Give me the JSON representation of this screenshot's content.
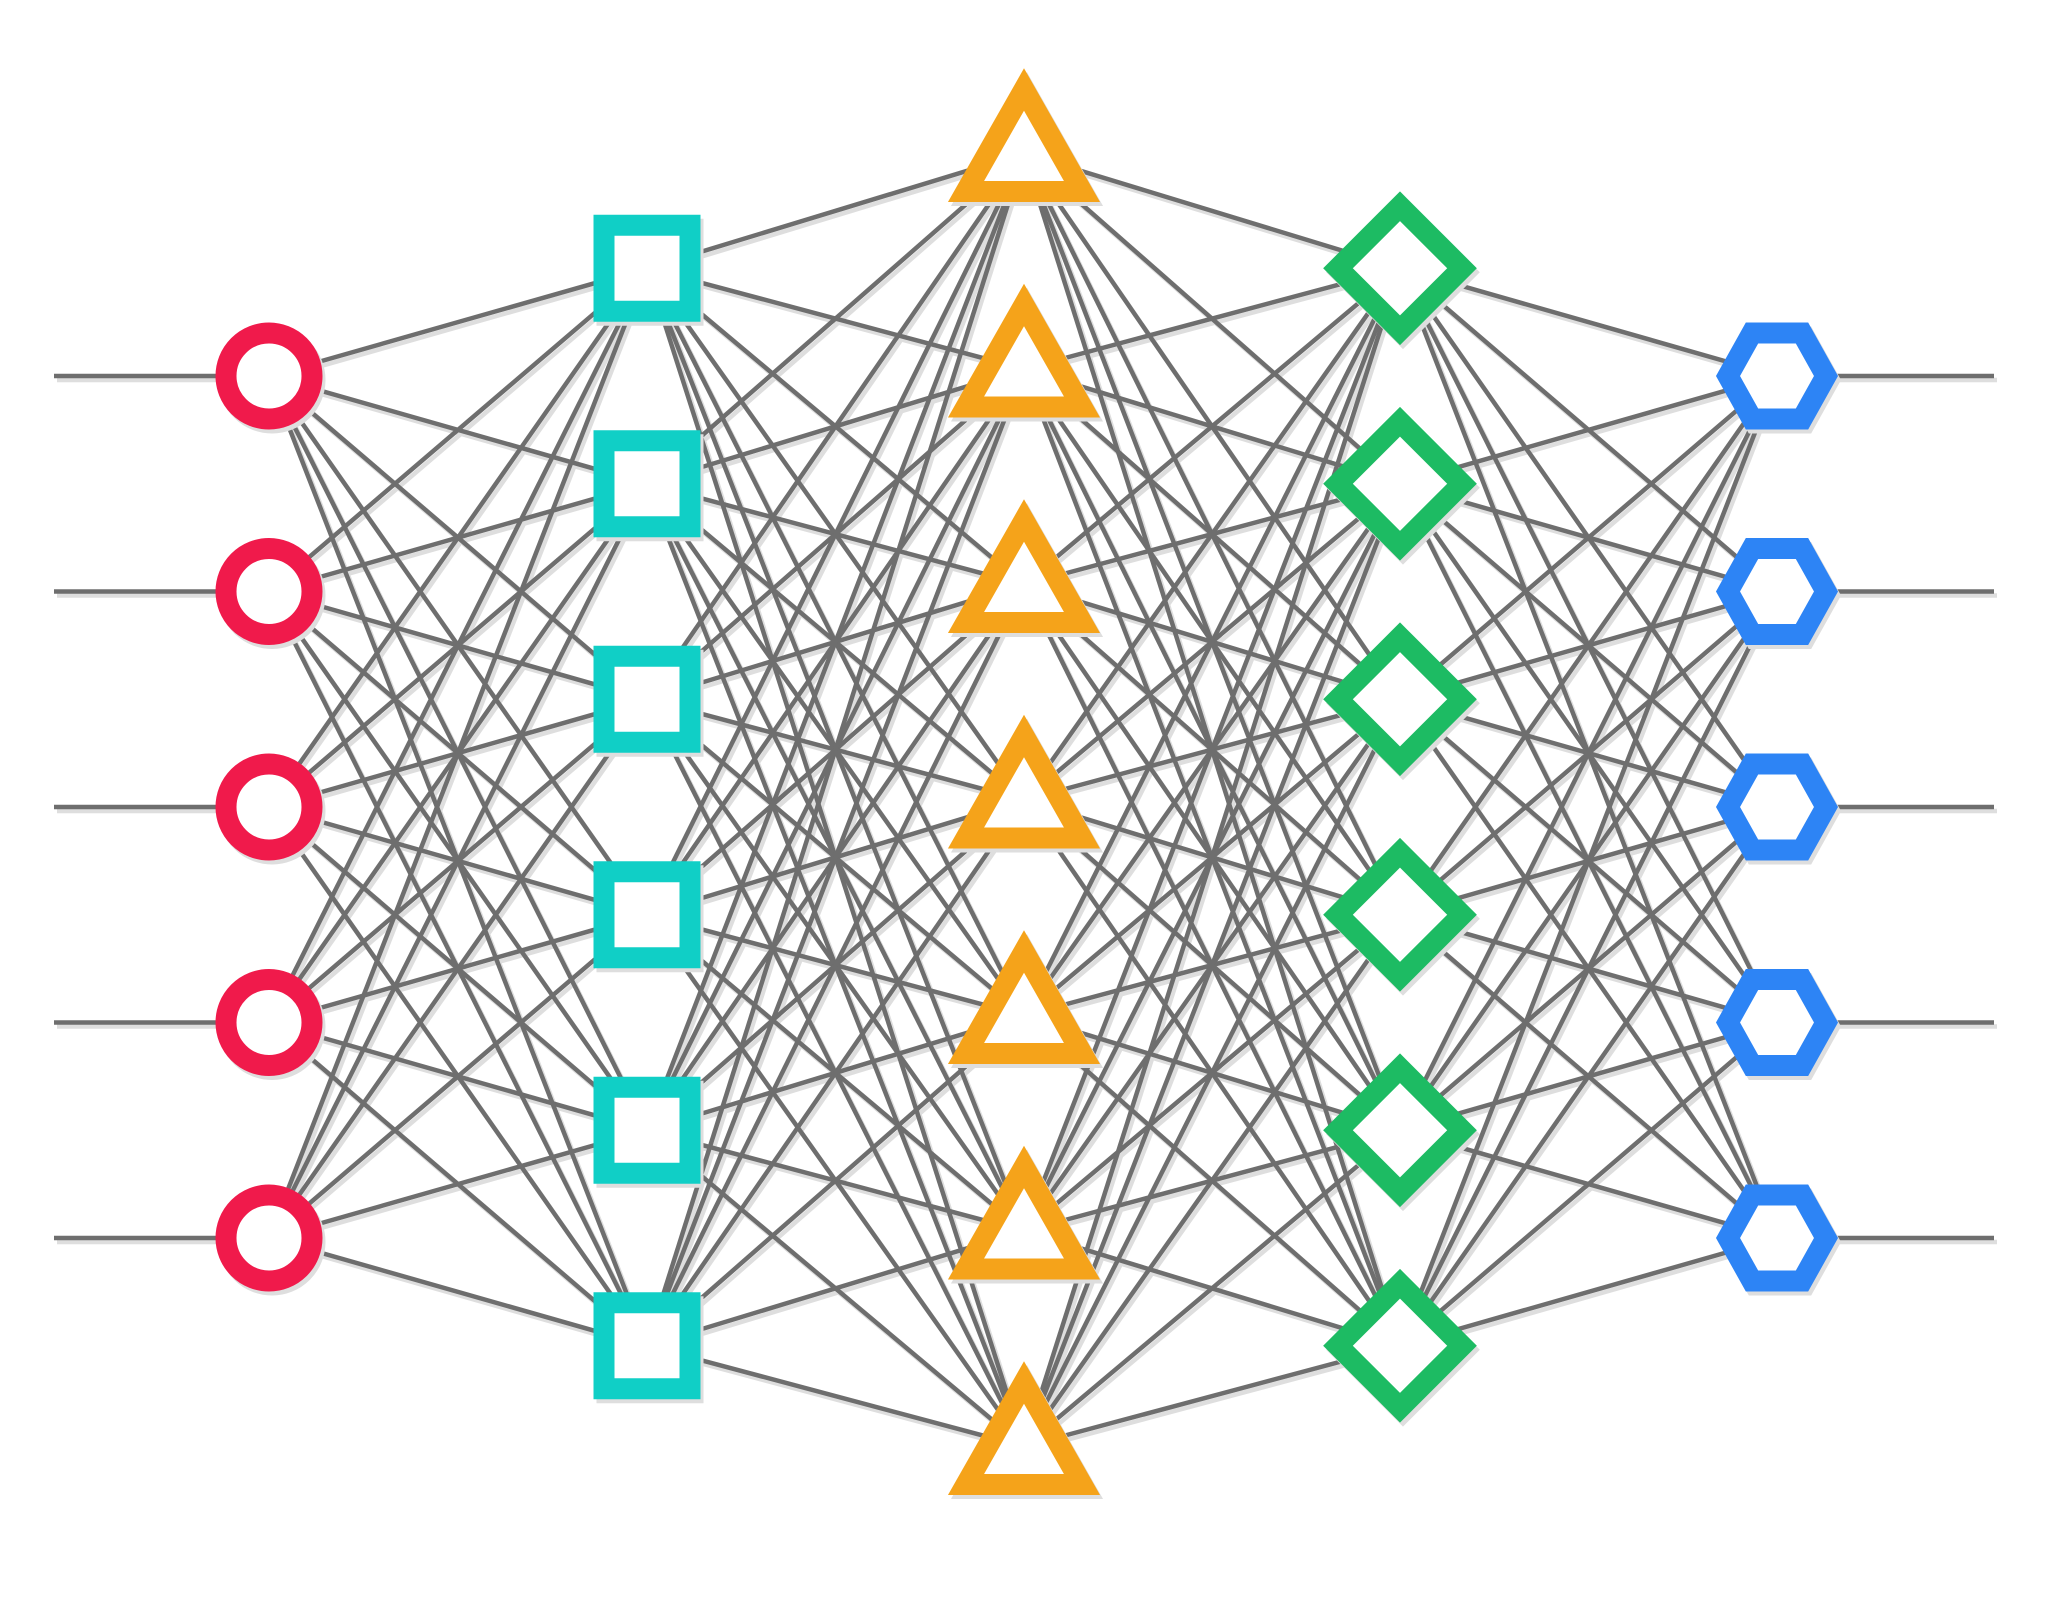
{
  "diagram": {
    "type": "fully-connected neural network",
    "edge_color": "#6e6e6e",
    "shadow_color": "#dedede",
    "background": "#ffffff",
    "input_lines": 5,
    "output_lines": 5,
    "layers": [
      {
        "id": "input",
        "shape": "circle",
        "color": "#F01A4B",
        "nodes": 5
      },
      {
        "id": "hidden-1",
        "shape": "square",
        "color": "#10CFC6",
        "nodes": 6
      },
      {
        "id": "hidden-2",
        "shape": "triangle",
        "color": "#F5A31A",
        "nodes": 7
      },
      {
        "id": "hidden-3",
        "shape": "diamond",
        "color": "#1DBB63",
        "nodes": 6
      },
      {
        "id": "output",
        "shape": "hexagon",
        "color": "#2D84F5",
        "nodes": 5
      }
    ]
  }
}
